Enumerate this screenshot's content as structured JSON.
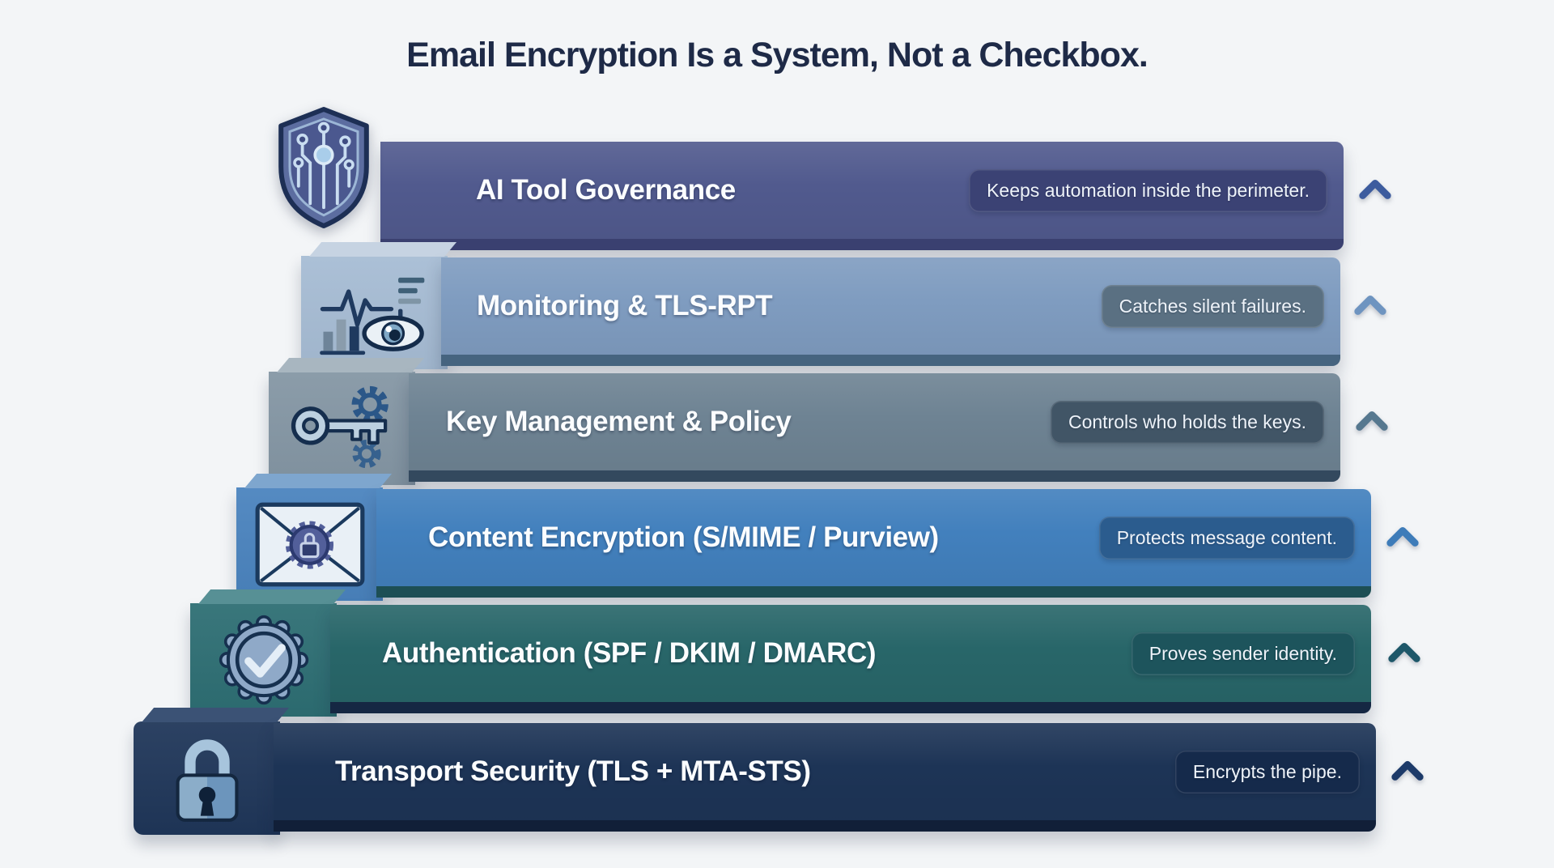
{
  "page": {
    "background": "#f3f5f7",
    "title": "Email Encryption Is a System, Not a Checkbox.",
    "title_color": "#1e2a47"
  },
  "layers": [
    {
      "title": "AI Tool Governance",
      "note": "Keeps automation inside the perimeter.",
      "icon": "shield-circuit-icon",
      "chevron": "up",
      "colors": {
        "bar": "#515a8e",
        "edge": "#3a4070",
        "badge": "#3b4274",
        "chevron": "#3d5c9e"
      }
    },
    {
      "title": "Monitoring & TLS-RPT",
      "note": "Catches silent failures.",
      "icon": "monitoring-eye-icon",
      "chevron": "up",
      "colors": {
        "bar": "#7f9cc0",
        "edge": "#46647f",
        "badge": "#5a7082",
        "tile": "#a6bcd4",
        "tile_top": "#c6d3e2",
        "chevron": "#6e94c0"
      }
    },
    {
      "title": "Key Management & Policy",
      "note": "Controls who holds the keys.",
      "icon": "key-gears-icon",
      "chevron": "up",
      "colors": {
        "bar": "#6e8393",
        "edge": "#33495e",
        "badge": "#415566",
        "tile": "#8496a4",
        "tile_top": "#a8b6c0",
        "chevron": "#56788f"
      }
    },
    {
      "title": "Content Encryption (S/MIME / Purview)",
      "note": "Protects message content.",
      "icon": "envelope-lock-icon",
      "chevron": "up",
      "colors": {
        "bar": "#4280bd",
        "edge": "#1d4f55",
        "badge": "#2b5c8e",
        "tile": "#4a83be",
        "tile_top": "#7ea6ce",
        "chevron": "#3e7cb9"
      }
    },
    {
      "title": "Authentication (SPF / DKIM / DMARC)",
      "note": "Proves sender identity.",
      "icon": "seal-check-icon",
      "chevron": "up",
      "colors": {
        "bar": "#286669",
        "edge": "#152743",
        "badge": "#1d545c",
        "tile": "#2d6e73",
        "tile_top": "#579095",
        "chevron": "#1d5769"
      }
    },
    {
      "title": "Transport Security (TLS + MTA-STS)",
      "note": "Encrypts the pipe.",
      "icon": "padlock-icon",
      "chevron": "up",
      "colors": {
        "bar": "#1d3456",
        "edge": "#111f38",
        "badge": "#152a4b",
        "tile": "#1f3659",
        "tile_top": "#3b5275",
        "chevron": "#1c3a69"
      }
    }
  ]
}
